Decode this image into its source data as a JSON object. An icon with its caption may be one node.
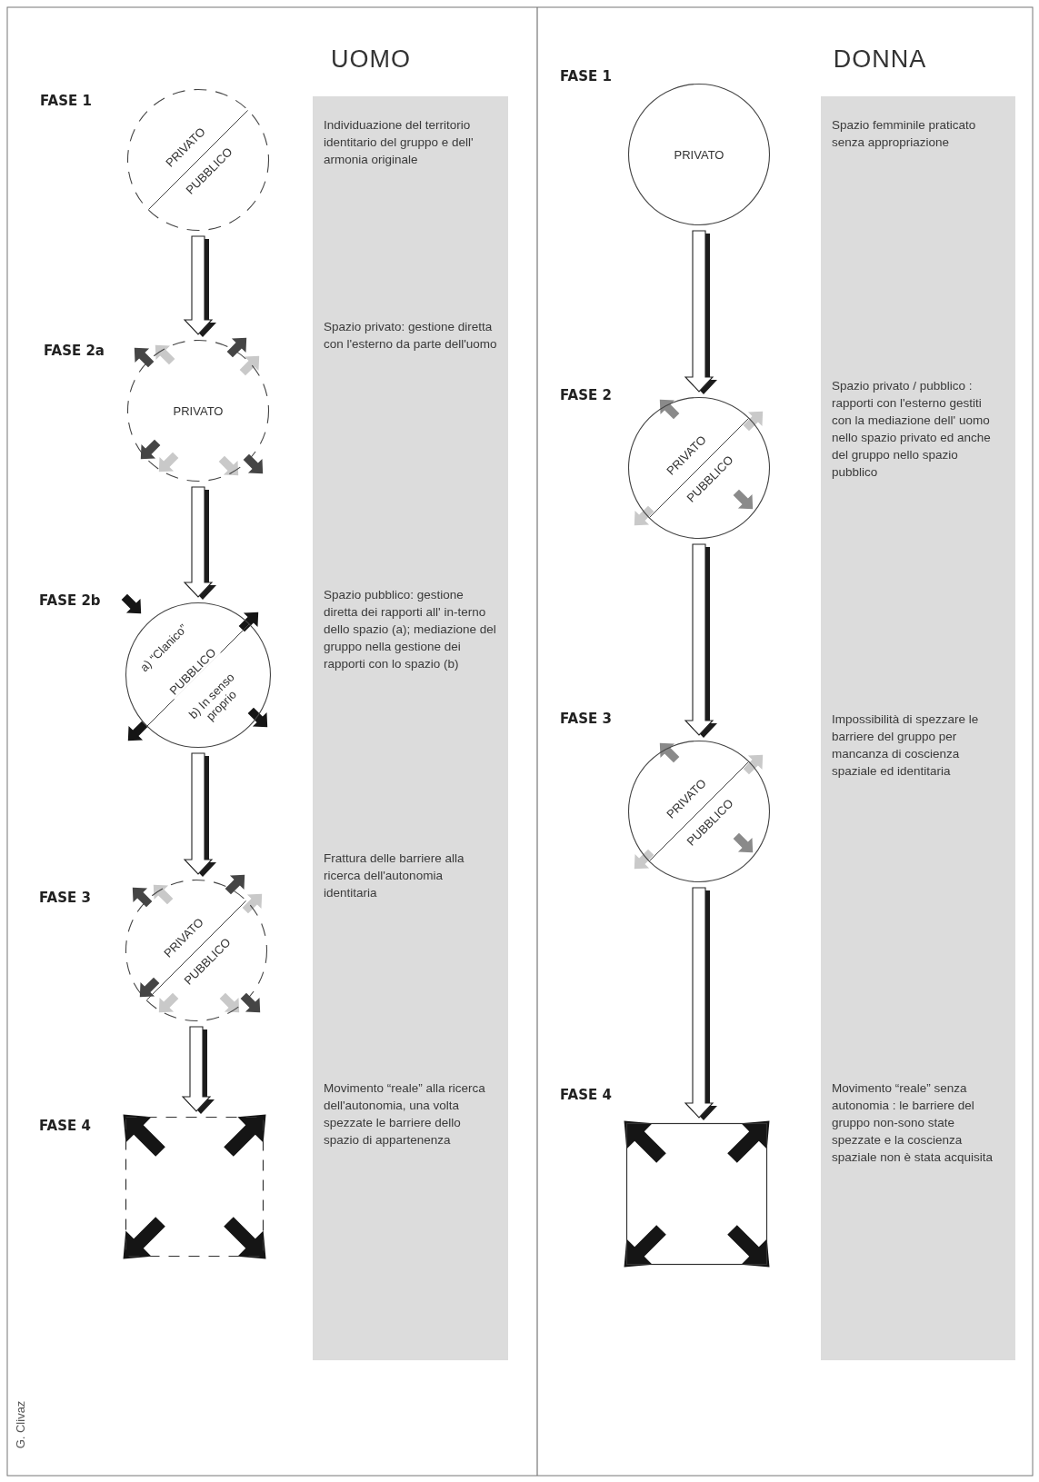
{
  "diagram": {
    "nodes": [
      {
        "text": [
          "PRIVATO",
          "PUBBLICO"
        ],
        "beside": [
          "FASE 1"
        ]
      },
      {
        "text": [
          "PRIVATO"
        ],
        "beside": [
          "FASE 2a"
        ]
      },
      {
        "text": [
          "a) “Clanico”",
          "PUBBLICO",
          "b) In senso proprio"
        ],
        "beside": [
          "FASE 2b"
        ]
      },
      {
        "text": [
          "PRIVATO",
          "PUBBLICO"
        ],
        "beside": [
          "FASE 3"
        ]
      },
      {
        "text": [],
        "shape": "box",
        "beside": [
          "FASE 4"
        ]
      },
      {
        "text": [
          "Individuazione del territorio identitario del gruppo e dell' armonia originale",
          "Spazio privato: gestione diretta con l'esterno da parte dell'uomo",
          "Spazio pubblico: gestione diretta dei rapporti all' in-terno dello spazio (a); mediazione del gruppo nella gestione dei rapporti con lo spazio (b)",
          "Frattura delle barriere alla ricerca dell'autonomia identitaria",
          "Movimento “reale” alla ricerca dell'autonomia, una volta spezzate le barriere dello spazio di appartenenza"
        ]
      },
      {
        "text": [
          "PRIVATO"
        ],
        "beside": [
          "FASE 1"
        ]
      },
      {
        "text": [
          "PRIVATO",
          "PUBBLICO"
        ],
        "beside": [
          "FASE 2"
        ]
      },
      {
        "text": [
          "PRIVATO",
          "PUBBLICO"
        ],
        "beside": [
          "FASE 3"
        ]
      },
      {
        "text": [],
        "shape": "box",
        "beside": [
          "FASE 4"
        ]
      },
      {
        "text": [
          "Spazio femminile praticato senza appropriazione",
          "Spazio privato / pubblico : rapporti con l'esterno gestiti con la mediazione dell' uomo nello spazio privato ed anche del gruppo nello spazio pubblico",
          "Impossibilità di spezzare le barriere del gruppo per mancanza di coscienza spaziale ed identitaria",
          "Movimento “reale” senza autonomia : le barriere del gruppo non-sono state spezzate e la coscienza spaziale non è stata acquisita"
        ]
      }
    ],
    "edges": [
      {
        "from": 0,
        "to": 1,
        "arrow": "to"
      },
      {
        "from": 1,
        "to": 2,
        "arrow": "to"
      },
      {
        "from": 2,
        "to": 3,
        "arrow": "to"
      },
      {
        "from": 3,
        "to": 4,
        "arrow": "to"
      },
      {
        "from": 6,
        "to": 7,
        "arrow": "to"
      },
      {
        "from": 7,
        "to": 8,
        "arrow": "to"
      },
      {
        "from": 8,
        "to": 9,
        "arrow": "to"
      }
    ],
    "labels": [
      "UOMO",
      "DONNA",
      "G. Clivaz"
    ]
  }
}
